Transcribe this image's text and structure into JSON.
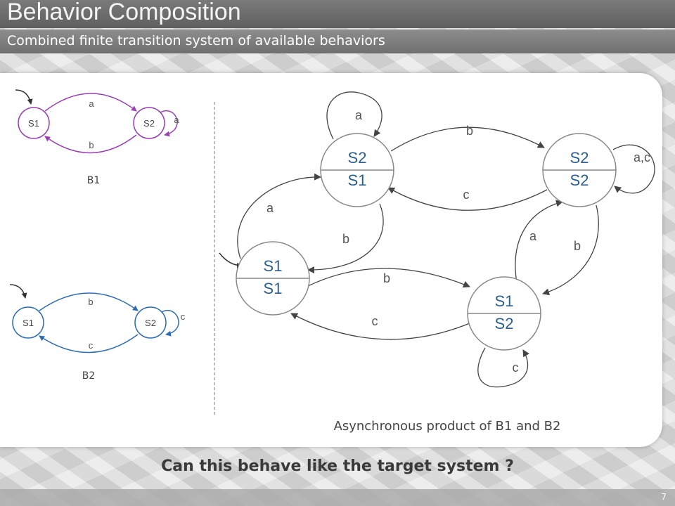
{
  "header": {
    "title": "Behavior Composition",
    "subtitle": "Combined finite transition system of available behaviors"
  },
  "colors": {
    "b1": "#9b3fb5",
    "b2": "#2e6db4",
    "product": "#555555"
  },
  "b1": {
    "caption": "B1",
    "states": [
      "S1",
      "S2"
    ],
    "labels": {
      "s1_to_s2": "a",
      "s2_to_s1": "b",
      "s2_self": "a"
    }
  },
  "b2": {
    "caption": "B2",
    "states": [
      "S1",
      "S2"
    ],
    "labels": {
      "s1_to_s2": "b",
      "s2_to_s1": "c",
      "s2_self": "c"
    }
  },
  "product": {
    "caption": "Asynchronous product of B1 and B2",
    "states": {
      "s2s1": {
        "top": "S2",
        "bottom": "S1"
      },
      "s2s2": {
        "top": "S2",
        "bottom": "S2"
      },
      "s1s1": {
        "top": "S1",
        "bottom": "S1"
      },
      "s1s2": {
        "top": "S1",
        "bottom": "S2"
      }
    },
    "labels": {
      "s2s1_self": "a",
      "s2s1_to_s2s2": "b",
      "s2s2_to_s2s1": "c",
      "s2s2_self": "a,c",
      "s1s1_to_s2s1": "a",
      "s2s1_to_s1s1": "b",
      "s1s2_to_s2s2": "a",
      "s2s2_to_s1s2": "b",
      "s1s1_to_s1s2": "b",
      "s1s2_to_s1s1": "c",
      "s1s2_self": "c"
    }
  },
  "question": "Can this behave like the target system ?",
  "page_number": "7"
}
